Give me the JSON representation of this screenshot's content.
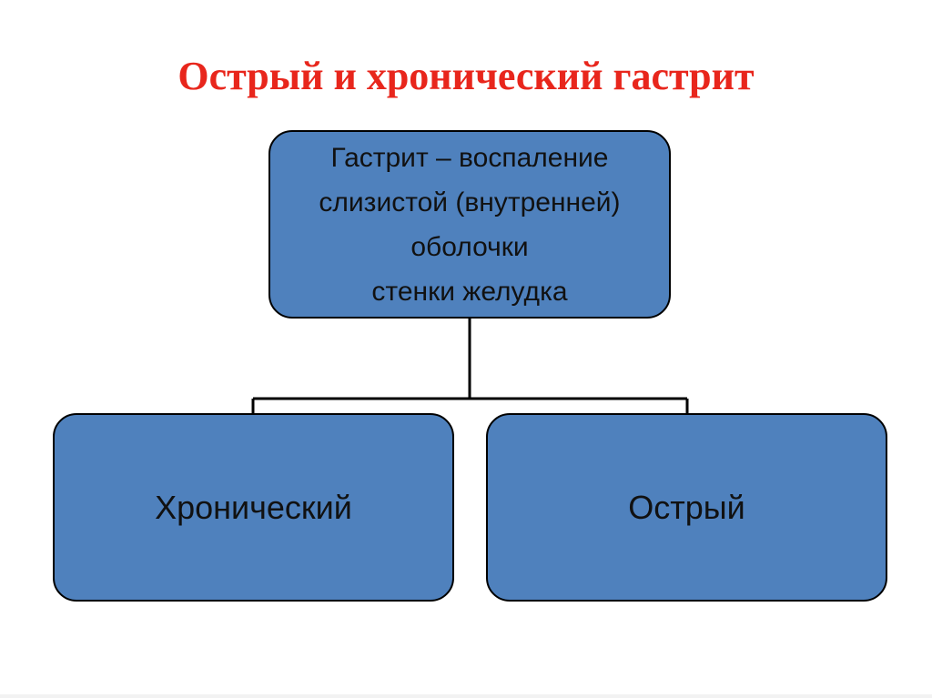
{
  "title": "Острый и хронический гастрит",
  "nodes": {
    "root": "Гастрит – воспаление\nслизистой (внутренней)\nоболочки\nстенки желудка",
    "left": "Хронический",
    "right": "Острый"
  }
}
